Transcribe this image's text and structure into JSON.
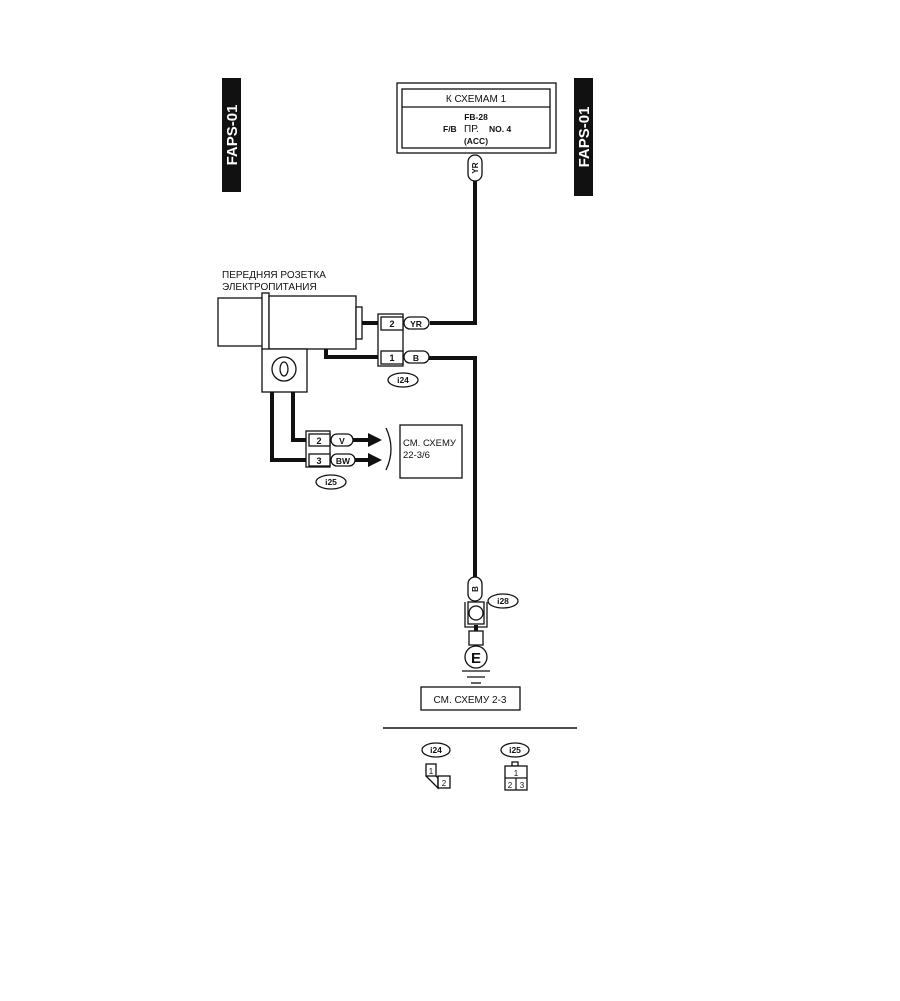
{
  "diagram_id": "FAPS-01",
  "top_box": {
    "title": "К СХЕМАМ 1",
    "line1": "FB-28",
    "line2_a": "F/B",
    "line2_b": "ПР.",
    "line2_c": "NO. 4",
    "line3": "(ACC)"
  },
  "component_label": [
    "ПЕРЕДНЯЯ РОЗЕТКА",
    "ЭЛЕКТРОПИТАНИЯ"
  ],
  "connector_i24": {
    "id": "i24",
    "pins": [
      {
        "pin": "2",
        "wire": "YR"
      },
      {
        "pin": "1",
        "wire": "B"
      }
    ]
  },
  "connector_i25": {
    "id": "i25",
    "pins": [
      {
        "pin": "2",
        "wire": "V"
      },
      {
        "pin": "3",
        "wire": "BW"
      }
    ]
  },
  "ref_box_1": [
    "СМ. СХЕМУ",
    "22-3/6"
  ],
  "top_wire": "YR",
  "ground": {
    "wire": "B",
    "connector": "i28",
    "symbol": "E"
  },
  "ref_box_2": "СМ. СХЕМУ 2-3",
  "legend": {
    "i24": {
      "id": "i24",
      "pins": [
        "1",
        "2"
      ]
    },
    "i25": {
      "id": "i25",
      "pins": [
        "1",
        "2",
        "3"
      ]
    }
  }
}
